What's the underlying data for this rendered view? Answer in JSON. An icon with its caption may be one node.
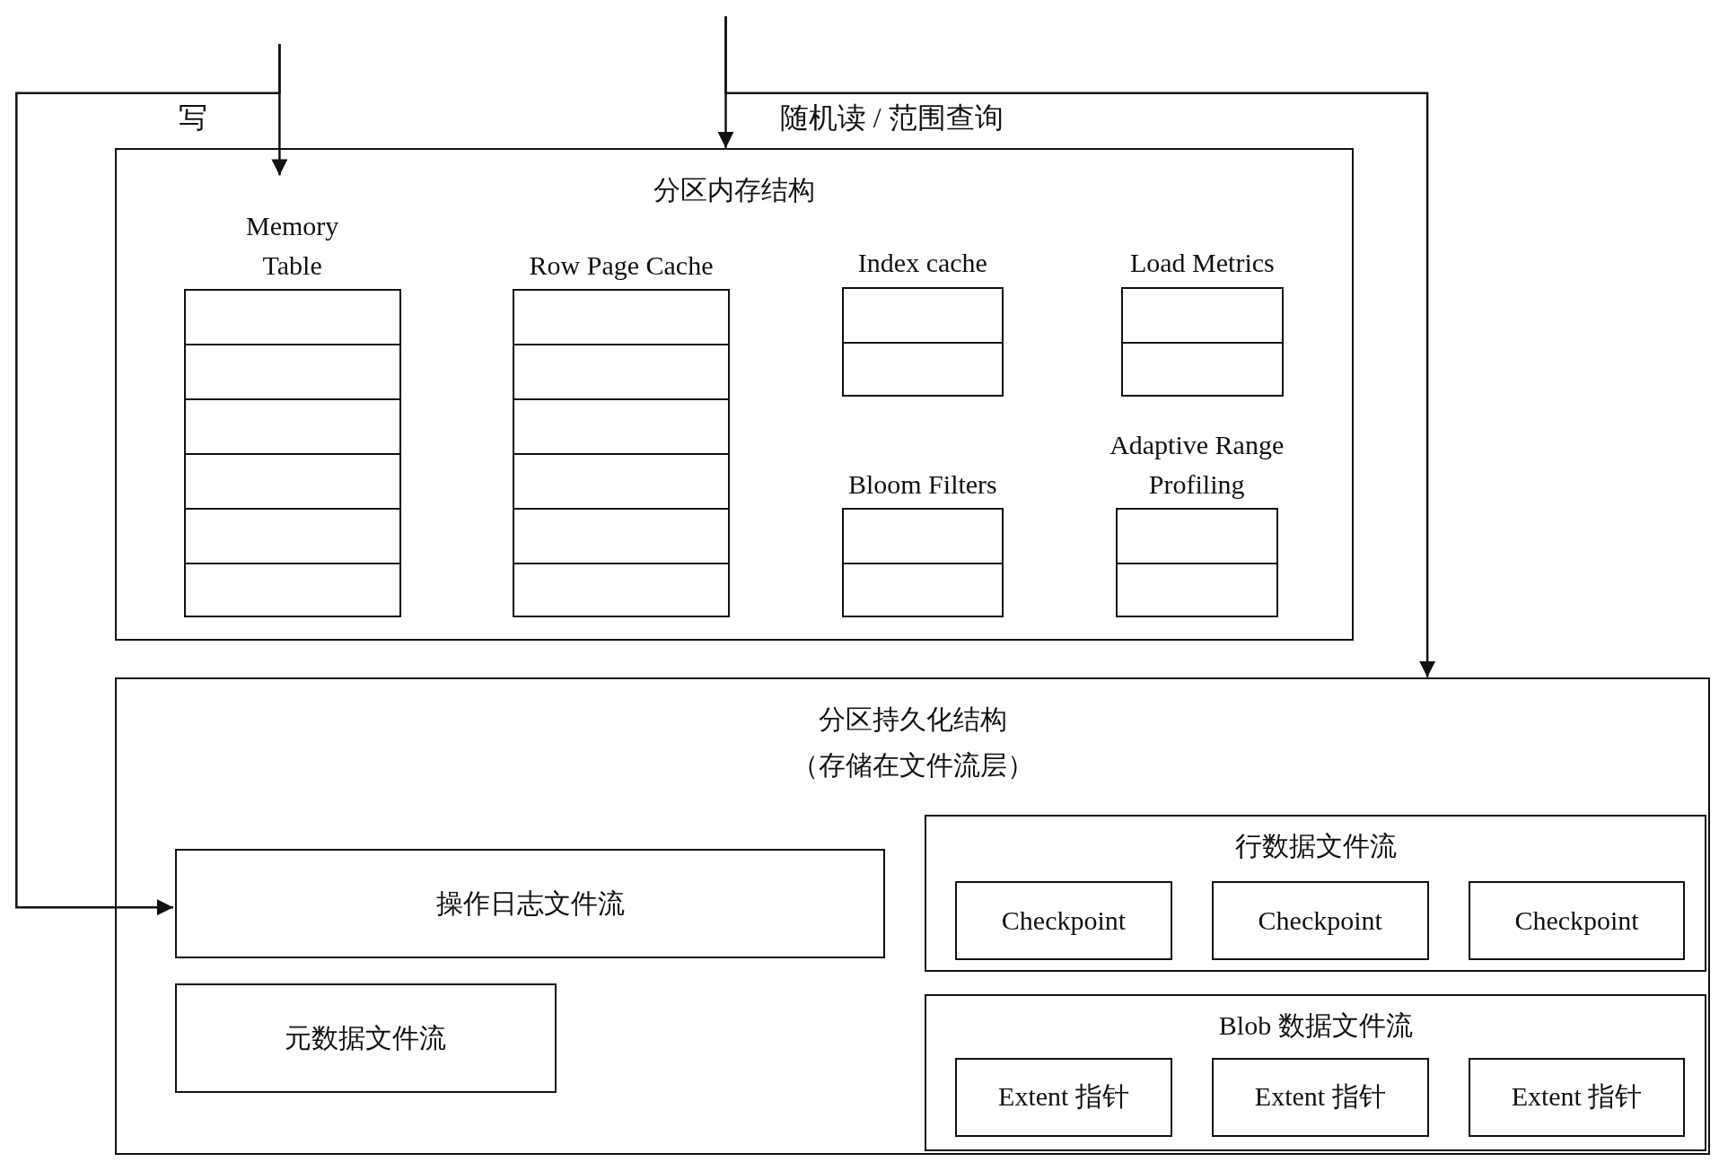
{
  "diagram": {
    "nodes": [
      {
        "text": [
          "分区内存结构"
        ]
      },
      {
        "text": [
          "Memory Table"
        ],
        "in": 0
      },
      {
        "text": [
          "Row Page Cache"
        ],
        "in": 0
      },
      {
        "text": [
          "Index cache"
        ],
        "in": 0
      },
      {
        "text": [
          "Load Metrics"
        ],
        "in": 0
      },
      {
        "text": [
          "Bloom Filters"
        ],
        "in": 0
      },
      {
        "text": [
          "Adaptive Range Profiling"
        ],
        "in": 0
      },
      {
        "text": [
          "分区持久化结构",
          "（存储在文件流层）"
        ]
      },
      {
        "text": [
          "操作日志文件流"
        ],
        "in": 7
      },
      {
        "text": [
          "元数据文件流"
        ],
        "in": 7
      },
      {
        "text": [
          "行数据文件流"
        ],
        "in": 7
      },
      {
        "text": [
          "Checkpoint"
        ],
        "in": 10
      },
      {
        "text": [
          "Checkpoint"
        ],
        "in": 10
      },
      {
        "text": [
          "Checkpoint"
        ],
        "in": 10
      },
      {
        "text": [
          "Blob 数据文件流"
        ],
        "in": 7
      },
      {
        "text": [
          "Extent 指针"
        ],
        "in": 14
      },
      {
        "text": [
          "Extent 指针"
        ],
        "in": 14
      },
      {
        "text": [
          "Extent 指针"
        ],
        "in": 14
      }
    ],
    "edges": [
      {
        "from": null,
        "to": 1,
        "arrow": "to"
      },
      {
        "from": null,
        "to": 8,
        "arrow": "to",
        "label": "写"
      },
      {
        "from": null,
        "to": 0,
        "arrow": "to"
      },
      {
        "from": null,
        "to": 7,
        "arrow": "to",
        "label": "随机读 / 范围查询"
      }
    ]
  }
}
